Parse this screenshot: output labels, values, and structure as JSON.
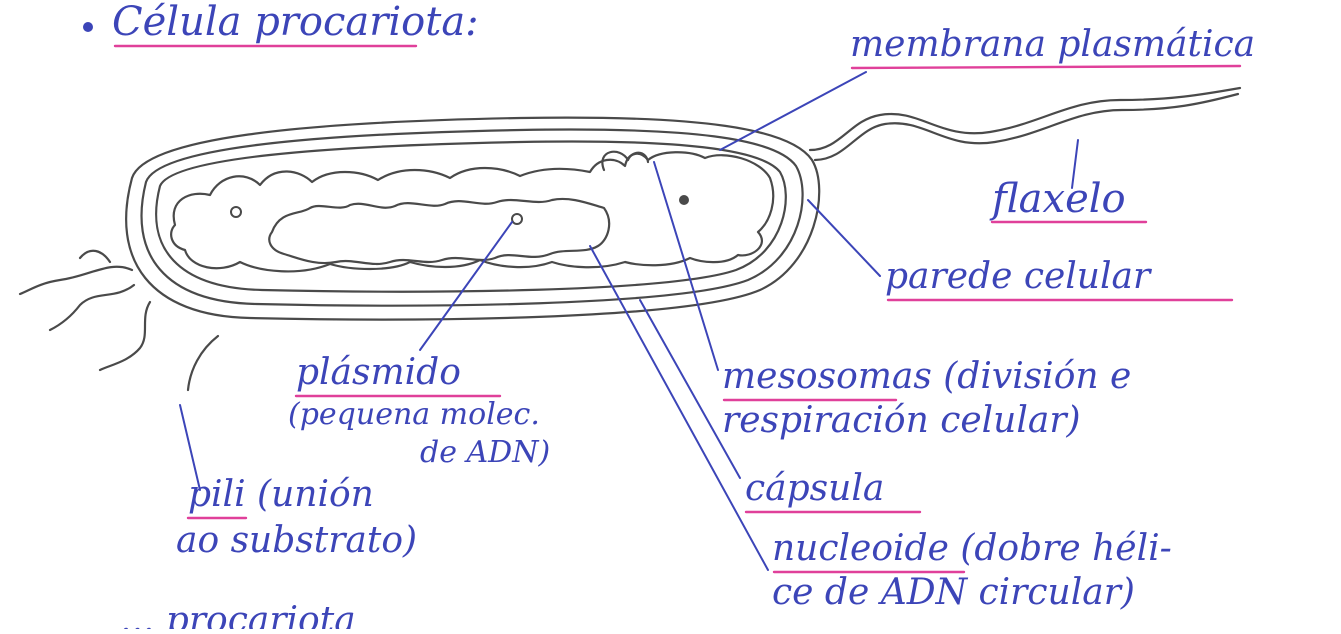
{
  "title": "Célula procariota:",
  "labels": {
    "membrana": "membrana plasmática",
    "flaxelo": "flaxelo",
    "parede": "parede celular",
    "mesosomas_1": "mesosomas (división e",
    "mesosomas_2": "respiración celular)",
    "capsula": "cápsula",
    "nucleoide_1": "nucleoide (dobre héli-",
    "nucleoide_2": "ce de ADN circular)",
    "plasmido_1": "plásmido",
    "plasmido_2": "(pequena molec.",
    "plasmido_3": "de ADN)",
    "pili_1": "pili (unión",
    "pili_2": "ao substrato)"
  },
  "bottom_fragment": "... procariota",
  "colors": {
    "ink": "#3c45b8",
    "underline": "#e0409a",
    "pencil": "#4a4a4a"
  }
}
